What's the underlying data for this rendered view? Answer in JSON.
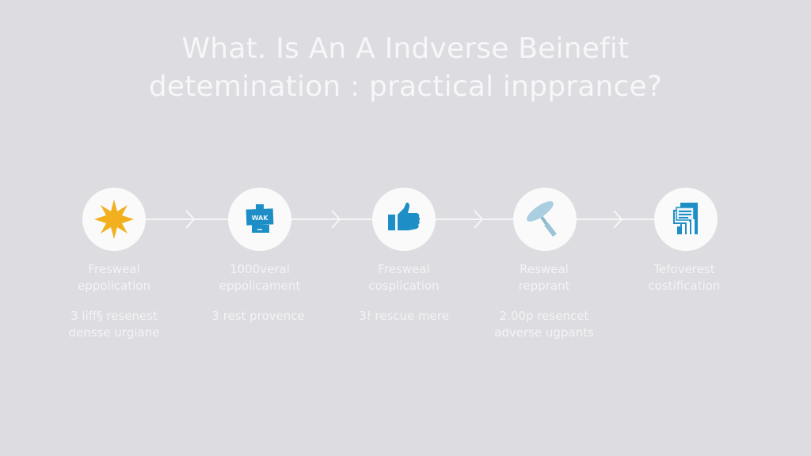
{
  "title": {
    "line1": "What. Is An A Indverse Beinefit",
    "line2": "detemination : practical inpprance?"
  },
  "steps": [
    {
      "icon": "sun-burst-icon",
      "icon_color": "#f2b01e",
      "label_line1": "Fresweal",
      "label_line2": "eppolication",
      "desc_line1": "3 liff§ resenest",
      "desc_line2": "densse urgiane"
    },
    {
      "icon": "sign-badge-icon",
      "icon_color": "#1e8fc6",
      "icon_text": "WAK",
      "label_line1": "1000veral",
      "label_line2": "eppolicament",
      "desc_line1": "3 rest provence",
      "desc_line2": ""
    },
    {
      "icon": "thumbs-up-icon",
      "icon_color": "#1e8fc6",
      "label_line1": "Fresweal",
      "label_line2": "cosplication",
      "desc_line1": "3! rescue mere",
      "desc_line2": ""
    },
    {
      "icon": "gavel-icon",
      "icon_color": "#a9cfe0",
      "label_line1": "Resweal",
      "label_line2": "repprant",
      "desc_line1": "2.00p resencet",
      "desc_line2": "adverse ugpants"
    },
    {
      "icon": "document-chart-icon",
      "icon_color": "#1e8fc6",
      "label_line1": "Tefoverest",
      "label_line2": "costification",
      "desc_line1": "",
      "desc_line2": ""
    }
  ],
  "colors": {
    "background": "#dcdce1",
    "node_fill": "#fafafa",
    "text": "#f4f4f6",
    "accent_blue": "#1e8fc6",
    "accent_yellow": "#f2b01e"
  }
}
